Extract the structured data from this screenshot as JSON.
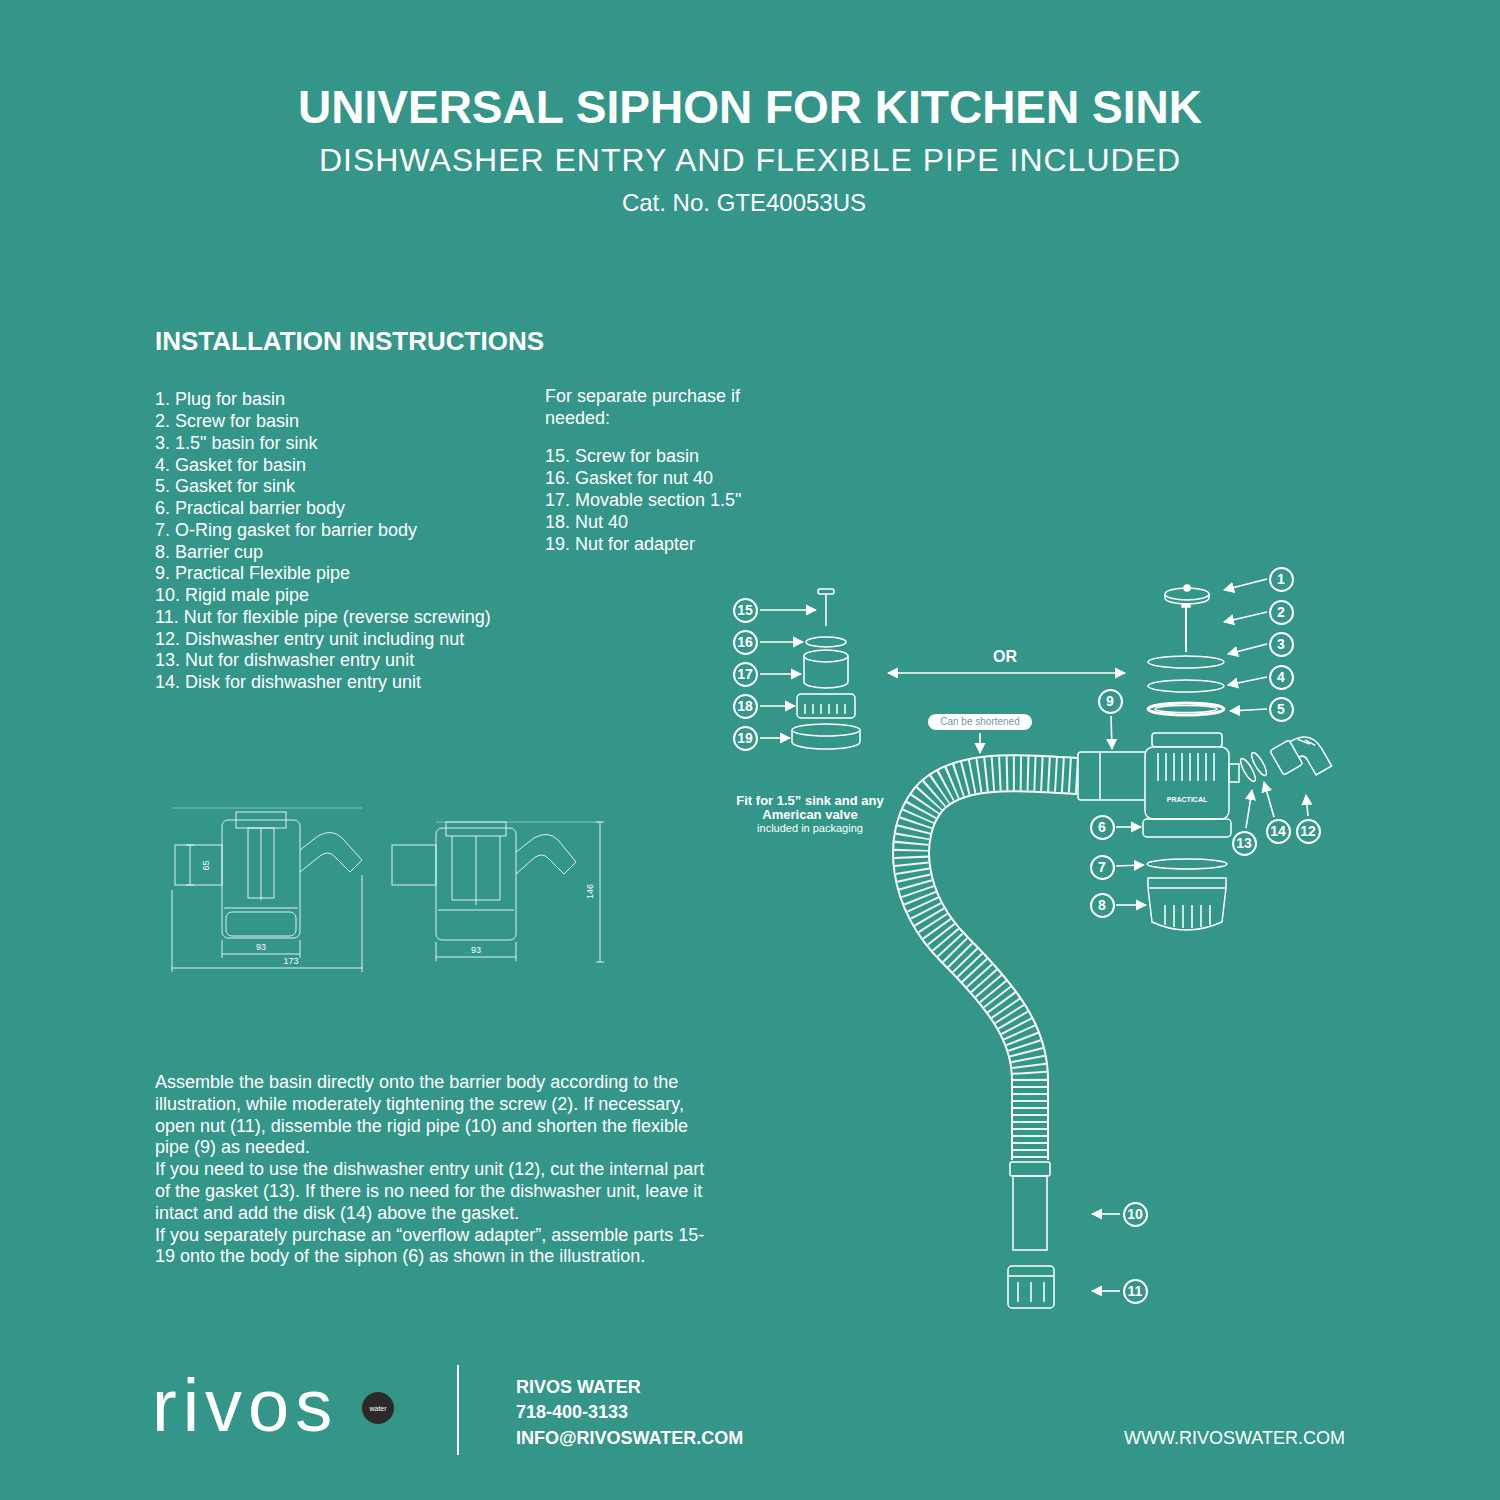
{
  "diagram": {
    "title": "UNIVERSAL SIPHON FOR KITCHEN SINK",
    "nodes": [
      {
        "text": [
          "1"
        ]
      },
      {
        "text": [
          "2"
        ]
      },
      {
        "text": [
          "3"
        ]
      },
      {
        "text": [
          "4"
        ]
      },
      {
        "text": [
          "5"
        ]
      },
      {
        "text": [
          "6"
        ]
      },
      {
        "text": [
          "7"
        ]
      },
      {
        "text": [
          "8"
        ]
      },
      {
        "text": [
          "9"
        ]
      },
      {
        "text": [
          "10"
        ]
      },
      {
        "text": [
          "11"
        ]
      },
      {
        "text": [
          "12"
        ]
      },
      {
        "text": [
          "13"
        ]
      },
      {
        "text": [
          "14"
        ]
      },
      {
        "text": [
          "15"
        ]
      },
      {
        "text": [
          "16"
        ]
      },
      {
        "text": [
          "17"
        ]
      },
      {
        "text": [
          "18"
        ]
      },
      {
        "text": [
          "19"
        ]
      },
      {
        "text": [
          "Can be shortened"
        ]
      },
      {
        "text": [
          "water"
        ]
      }
    ],
    "labels": [
      "DISHWASHER ENTRY AND FLEXIBLE PIPE INCLUDED",
      "Cat. No. GTE40053US",
      "INSTALLATION INSTRUCTIONS",
      "1. Plug for basin",
      "2. Screw for basin",
      "3. 1.5\" basin for sink",
      "4. Gasket for basin",
      "5. Gasket for sink",
      "6. Practical barrier body",
      "7. O-Ring gasket for barrier body",
      "8. Barrier cup",
      "9. Practical Flexible pipe",
      "10. Rigid male pipe",
      "11. Nut for flexible pipe (reverse screwing)",
      "12. Dishwasher entry unit including nut",
      "13. Nut for dishwasher entry unit",
      "14. Disk for dishwasher entry unit",
      "For separate purchase if needed:",
      "15. Screw for basin",
      "16. Gasket for nut 40",
      "17. Movable section 1.5\"",
      "18. Nut 40",
      "19. Nut for adapter",
      "OR",
      "Fit for 1.5” sink and any American valve",
      "included in packaging",
      "PRACTICAL",
      "65",
      "93",
      "173",
      "93",
      "146",
      "Assemble the basin directly onto the barrier body according to the illustration, while moderately tightening the screw (2). If necessary, open nut (11), dissemble the rigid pipe (10) and shorten the flexible pipe (9) as needed.",
      "If you need to use the dishwasher entry unit (12), cut the internal part of the gasket (13). If there is no need for the dishwasher unit, leave it intact and add the disk (14) above the gasket.",
      "If you separately purchase an “overflow adapter”, assemble parts 15-19 onto the body of the siphon (6) as shown in the illustration.",
      "rivos",
      "RIVOS WATER",
      "718-400-3133",
      "INFO@RIVOSWATER.COM",
      "WWW.RIVOSWATER.COM"
    ]
  }
}
